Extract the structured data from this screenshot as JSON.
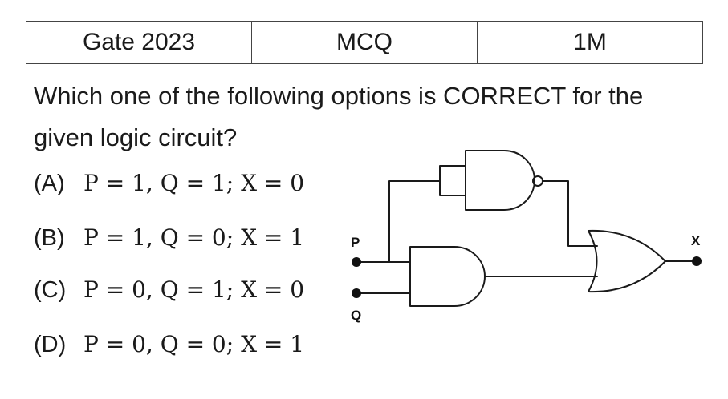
{
  "header": {
    "exam": "Gate 2023",
    "type": "MCQ",
    "marks": "1M"
  },
  "question": {
    "text": "Which one of the following options is CORRECT for the given logic circuit?"
  },
  "options": [
    {
      "label": "(A)",
      "expr": "P = 1, Q = 1; X = 0"
    },
    {
      "label": "(B)",
      "expr": "P = 1, Q = 0; X = 1"
    },
    {
      "label": "(C)",
      "expr": "P = 0, Q = 1; X = 0"
    },
    {
      "label": "(D)",
      "expr": "P = 0, Q = 0; X = 1"
    }
  ],
  "circuit": {
    "input_p": "P",
    "input_q": "Q",
    "output_x": "X",
    "gates": [
      "NAND",
      "AND",
      "OR"
    ]
  }
}
